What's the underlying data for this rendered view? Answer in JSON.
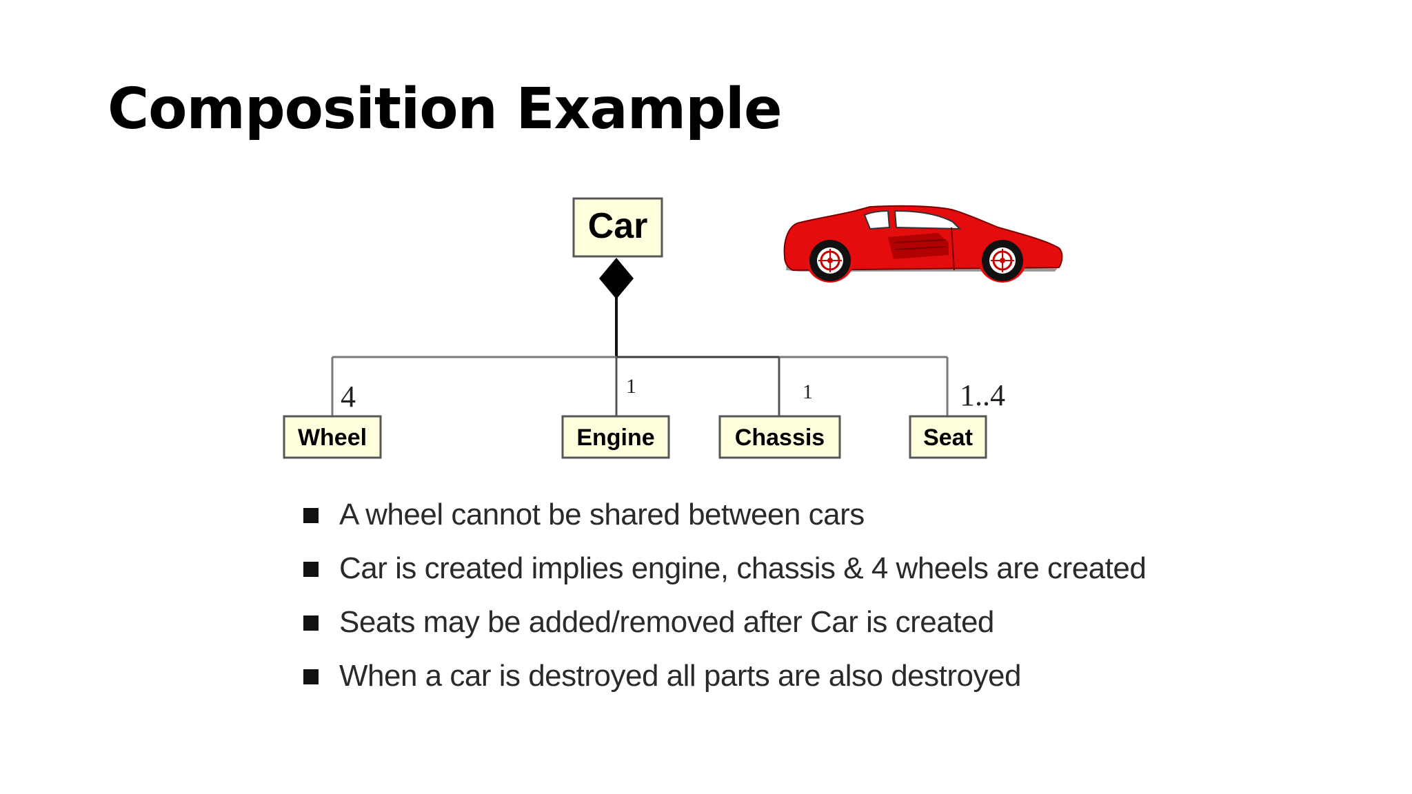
{
  "slide": {
    "title": "Composition Example"
  },
  "diagram": {
    "whole": {
      "label": "Car"
    },
    "parts": [
      {
        "label": "Wheel",
        "multiplicity": "4"
      },
      {
        "label": "Engine",
        "multiplicity": "1"
      },
      {
        "label": "Chassis",
        "multiplicity": "1"
      },
      {
        "label": "Seat",
        "multiplicity": "1..4"
      }
    ],
    "colors": {
      "box_fill": "#ffffdd",
      "box_border": "#555555",
      "diamond": "#000000",
      "car_body": "#e40c0c"
    },
    "icons": [
      "filled-diamond-icon",
      "red-sports-car-icon"
    ]
  },
  "bullets": [
    "A wheel cannot be shared between cars",
    "Car is created implies engine, chassis & 4 wheels are created",
    "Seats may be added/removed after Car is created",
    "When a car is destroyed all parts are also destroyed"
  ]
}
